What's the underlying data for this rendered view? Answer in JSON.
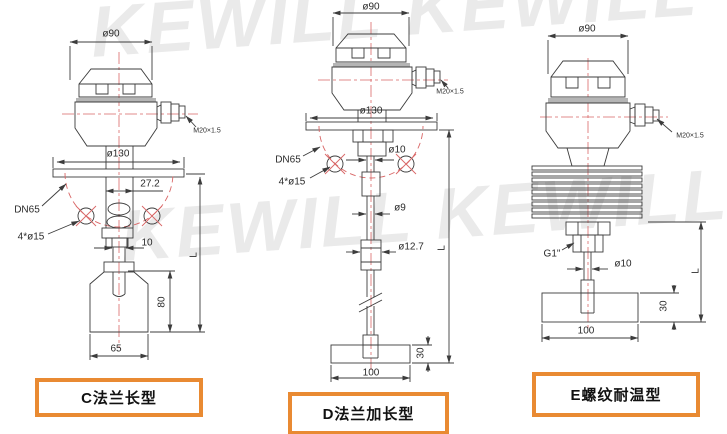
{
  "watermark": {
    "line1": "KEWILL KEWILL",
    "line2": "KEWILL KEWILL"
  },
  "colors": {
    "line": "#3c3c3c",
    "centerline": "#d96666",
    "accent": "#e98a32",
    "watermark": "#eaeaea"
  },
  "drawing_c": {
    "label": "C法兰长型",
    "dim_head_dia": "ø90",
    "dim_gland": "M20×1.5",
    "dim_flange_dia": "ø130",
    "dim_tube_width": "27.2",
    "dim_flange_dn": "DN65",
    "dim_bolt_holes": "4*ø15",
    "dim_neck_width": "10",
    "dim_fork_height": "80",
    "dim_fork_width": "65",
    "dim_length": "L"
  },
  "drawing_d": {
    "label": "D法兰加长型",
    "dim_head_dia": "ø90",
    "dim_gland": "M20×1.5",
    "dim_flange_dia": "ø130",
    "dim_flange_dn": "DN65",
    "dim_bolt_holes": "4*ø15",
    "dim_rod_dia": "ø10",
    "dim_tube_dia": "ø9",
    "dim_coupling_dia": "ø12.7",
    "dim_block_width": "100",
    "dim_block_height": "30",
    "dim_length": "L"
  },
  "drawing_e": {
    "label": "E螺纹耐温型",
    "dim_head_dia": "ø90",
    "dim_gland": "M20×1.5",
    "dim_thread": "G1\"",
    "dim_rod_dia": "ø10",
    "dim_block_width": "100",
    "dim_block_height": "30",
    "dim_length": "L"
  }
}
